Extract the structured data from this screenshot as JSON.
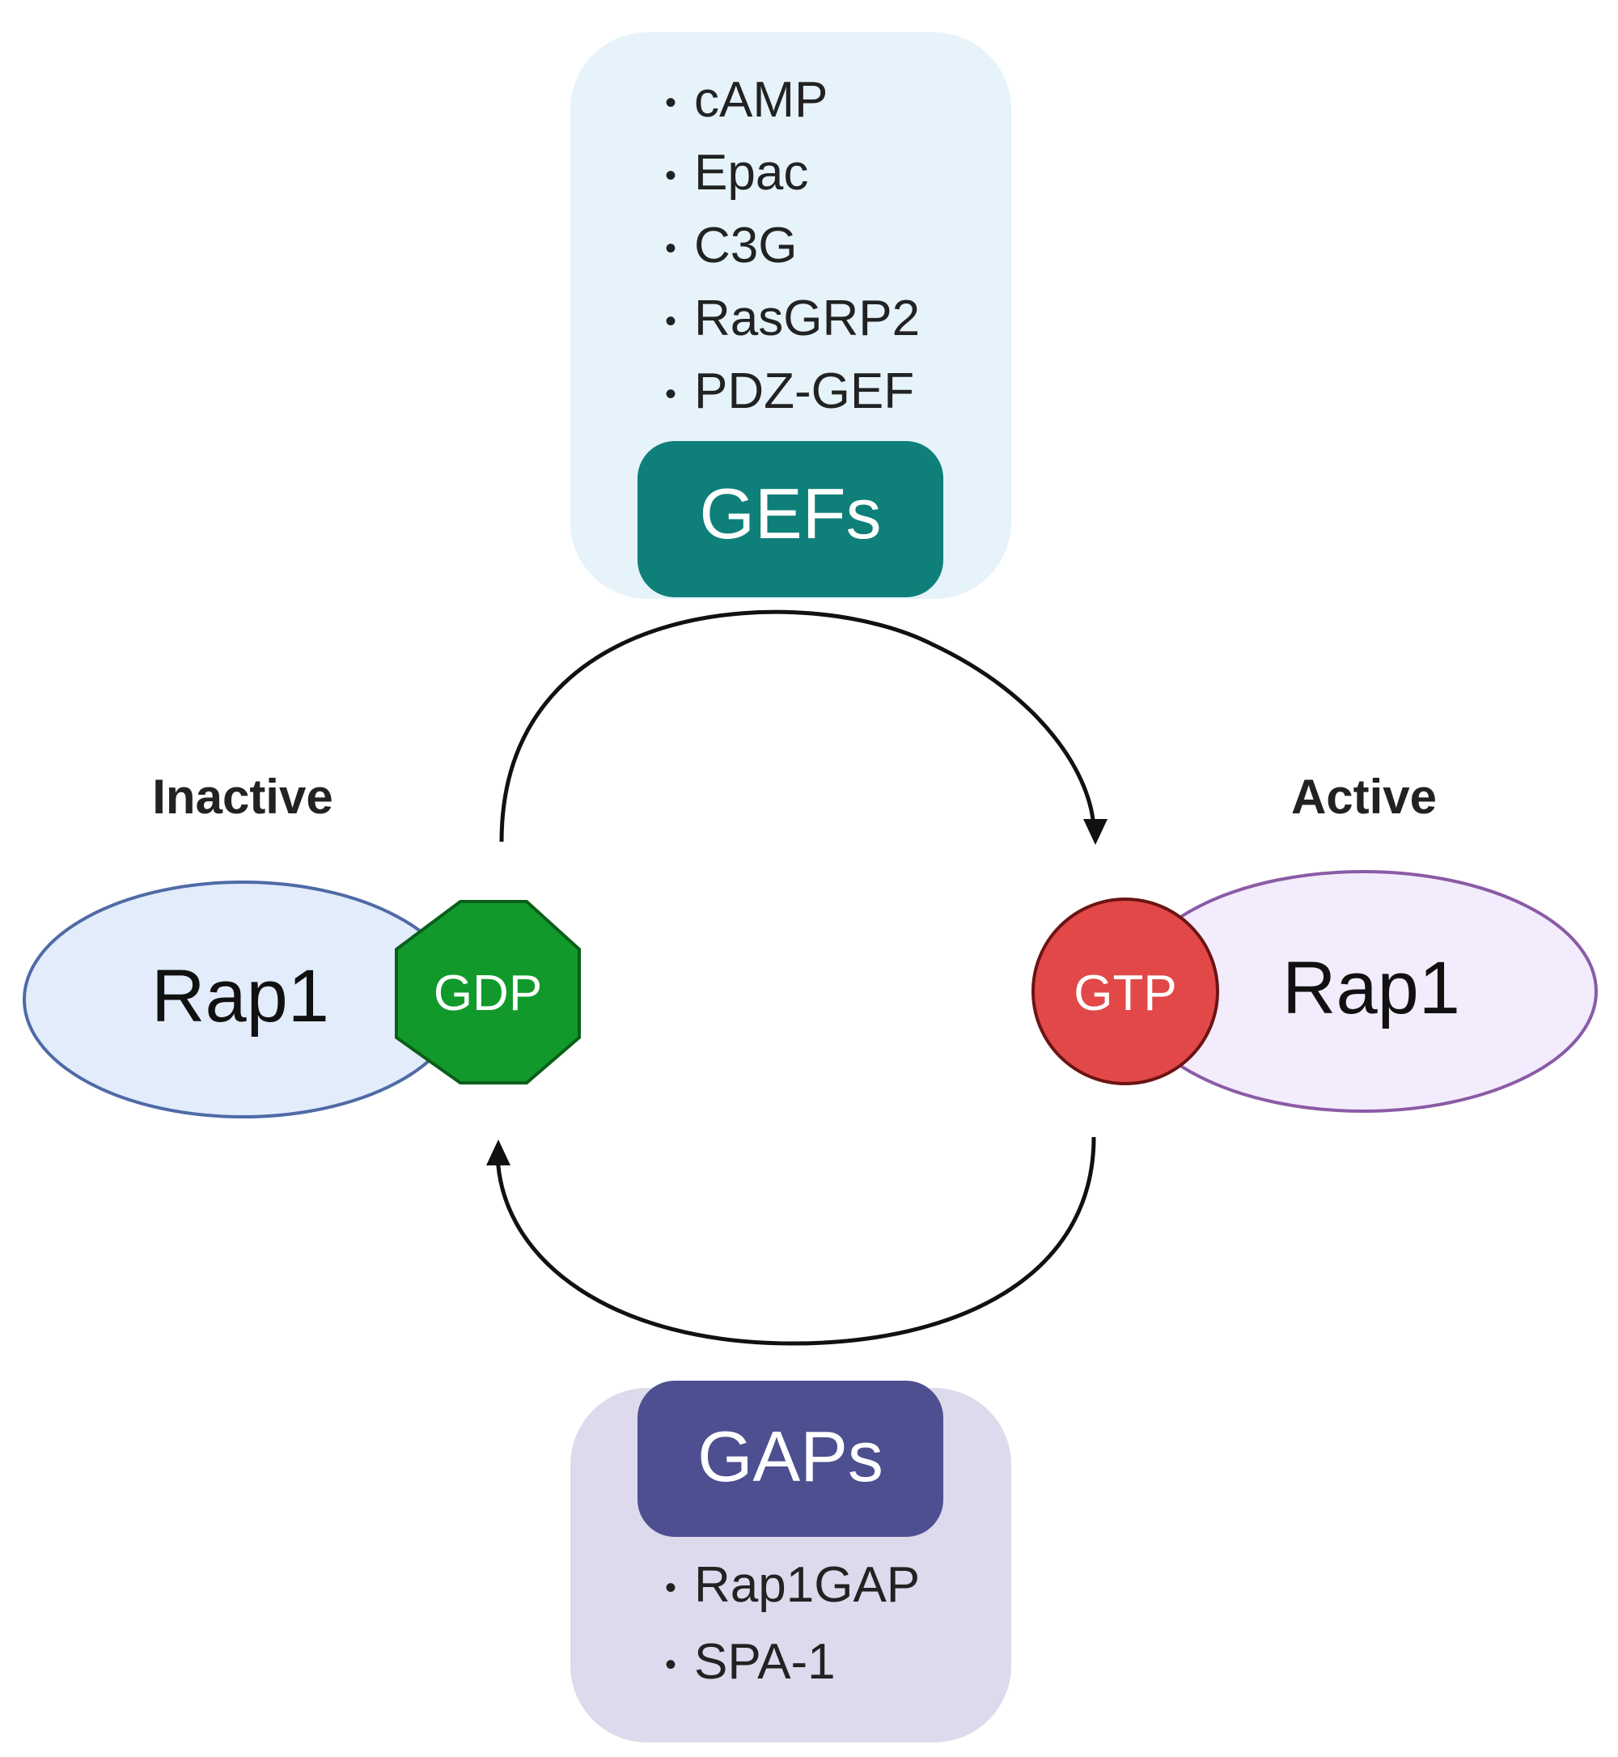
{
  "gefs": {
    "label": "GEFs",
    "items": [
      "cAMP",
      "Epac",
      "C3G",
      "RasGRP2",
      "PDZ-GEF"
    ],
    "box_color": "#e6f3fb",
    "label_color": "#0e7f79"
  },
  "gaps": {
    "label": "GAPs",
    "items": [
      "Rap1GAP",
      "SPA-1"
    ],
    "box_color": "#dcdaec",
    "label_color": "#4d4f91"
  },
  "inactive": {
    "state_label": "Inactive",
    "protein": "Rap1",
    "nucleotide": "GDP",
    "protein_fill": "#e2ecfb",
    "protein_stroke": "#4f6aa6",
    "nucleotide_color": "#119a2b"
  },
  "active": {
    "state_label": "Active",
    "protein": "Rap1",
    "nucleotide": "GTP",
    "protein_fill": "#f3ecfc",
    "protein_stroke": "#8a5ba6",
    "nucleotide_color": "#e24848"
  },
  "bullet": "•"
}
